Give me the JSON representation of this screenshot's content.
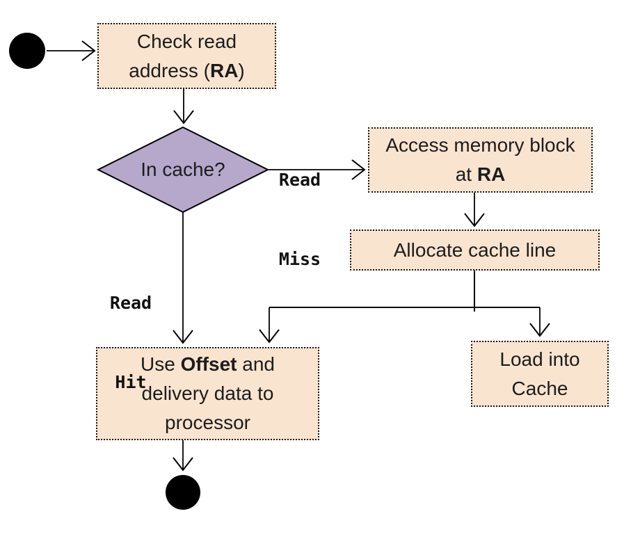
{
  "colors": {
    "node_fill": "#f9e4d0",
    "decision_fill": "#b5a8cb",
    "line": "#000000",
    "terminal_fill": "#000000"
  },
  "nodes": {
    "check_read": {
      "line1": "Check read",
      "line2_pre": "address (",
      "line2_bold": "RA",
      "line2_post": ")"
    },
    "in_cache": {
      "label": "In cache?"
    },
    "access_memory": {
      "line1": "Access memory block",
      "line2_pre": "at ",
      "line2_bold": "RA"
    },
    "allocate": {
      "label": "Allocate cache line"
    },
    "use_offset": {
      "line1_pre": "Use ",
      "line1_bold": "Offset",
      "line1_post": " and",
      "line2": "delivery data to",
      "line3": "processor"
    },
    "load_cache": {
      "line1": "Load into",
      "line2": "Cache"
    }
  },
  "edge_labels": {
    "read_miss": {
      "line1": "Read",
      "line2": "Miss"
    },
    "read_hit": {
      "line1": "Read",
      "line2": "Hit"
    }
  }
}
